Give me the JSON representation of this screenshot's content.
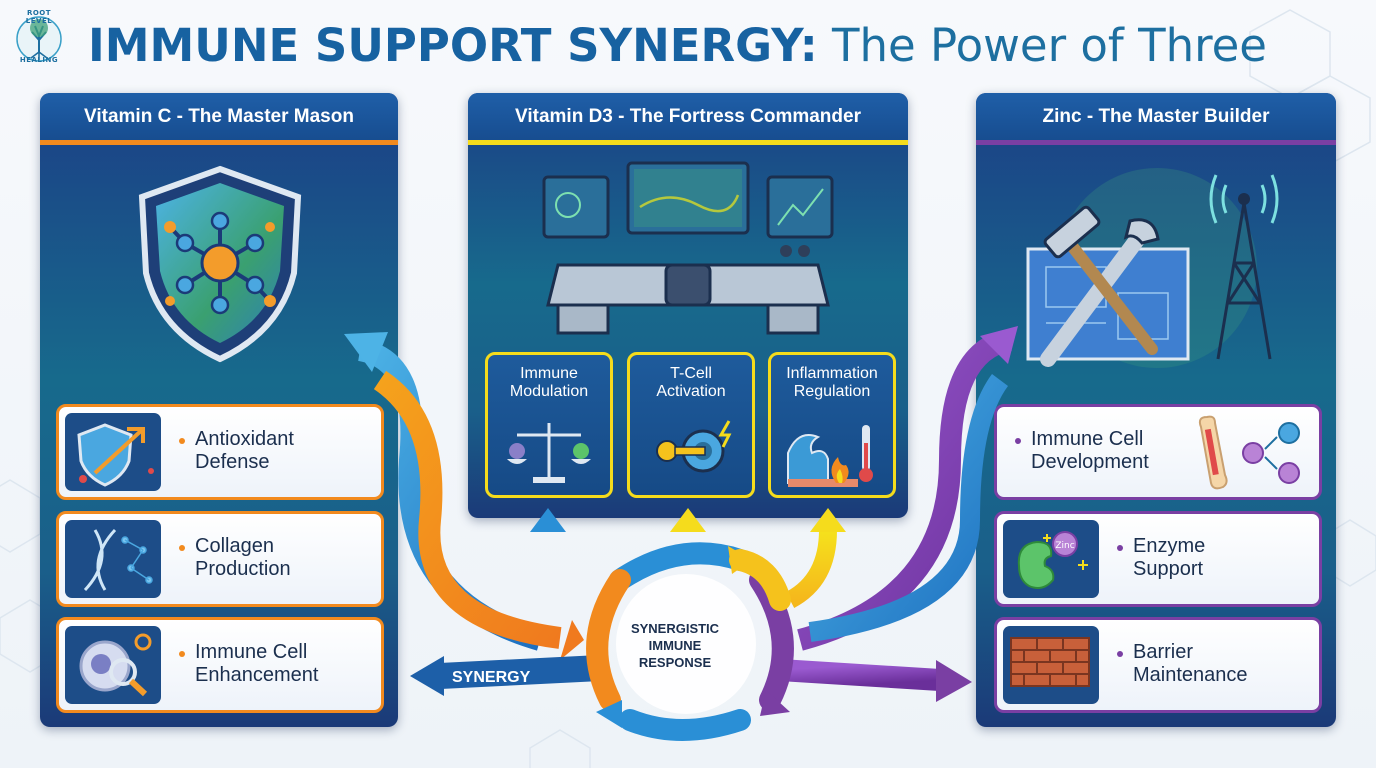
{
  "logo": {
    "text_top": "ROOT LEVEL",
    "text_bottom": "HEALING"
  },
  "title": {
    "strong": "IMMUNE SUPPORT SYNERGY:",
    "rest": "The Power of Three"
  },
  "panels": {
    "vitamin_c": {
      "title": "Vitamin C - The Master Mason",
      "accent": "#f28a1e",
      "features": [
        {
          "line1": "Antioxidant",
          "line2": "Defense"
        },
        {
          "line1": "Collagen",
          "line2": "Production"
        },
        {
          "line1": "Immune Cell",
          "line2": "Enhancement"
        }
      ]
    },
    "vitamin_d3": {
      "title": "Vitamin D3 - The Fortress Commander",
      "accent": "#f5dc1c",
      "functions": [
        {
          "line1": "Immune",
          "line2": "Modulation"
        },
        {
          "line1": "T-Cell",
          "line2": "Activation"
        },
        {
          "line1": "Inflammation",
          "line2": "Regulation"
        }
      ]
    },
    "zinc": {
      "title": "Zinc - The Master Builder",
      "accent": "#7a3fa3",
      "features": [
        {
          "line1": "Immune Cell",
          "line2": "Development"
        },
        {
          "line1": "Enzyme",
          "line2": "Support"
        },
        {
          "line1": "Barrier",
          "line2": "Maintenance"
        }
      ],
      "zinc_blob_label": "Zinc"
    }
  },
  "center": {
    "line1": "SYNERGISTIC",
    "line2": "IMMUNE",
    "line3": "RESPONSE"
  },
  "synergy_label": "SYNERGY",
  "colors": {
    "orange": "#f28a1e",
    "blue": "#2a8fd6",
    "yellow": "#f5dc1c",
    "purple": "#7a3fa3"
  }
}
